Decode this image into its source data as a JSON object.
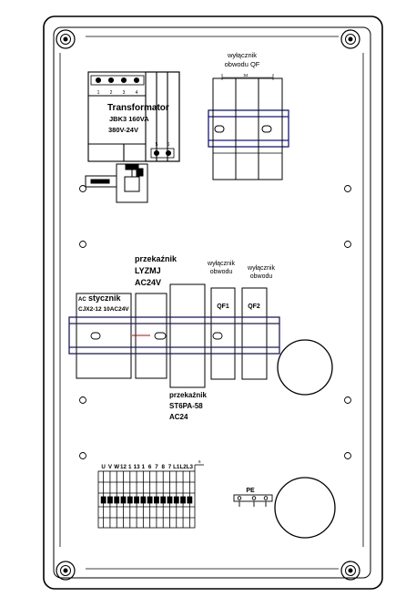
{
  "transformer": {
    "title": "Transformator",
    "model": "JBK3 160VA",
    "voltage": "380V-24V",
    "terminal_numbers": [
      "1",
      "2",
      "3",
      "4"
    ],
    "bottom_terminal_numbers": [
      "5",
      "6"
    ]
  },
  "breaker_qf": {
    "label_line1": "wyłącznik",
    "label_line2": "obwodu QF",
    "dim": "54"
  },
  "relay_lyzmj": {
    "line1": "przekaźnik",
    "line2": "LYZMJ",
    "line3": "AC24V"
  },
  "breaker_qf1": {
    "label_line1": "wyłącznik",
    "label_line2": "obwodu",
    "tag": "QF1"
  },
  "breaker_qf2": {
    "label_line1": "wyłącznik",
    "label_line2": "obwodu",
    "tag": "QF2"
  },
  "contactor": {
    "prefix": "AC",
    "title": "stycznik",
    "model": "CJX2-12 10AC24V"
  },
  "relay_st6pa": {
    "line1": "przekaźnik",
    "line2": "ST6PA-58",
    "line3": "AC24"
  },
  "terminal_strip": {
    "labels": [
      "U",
      "V",
      "W",
      "12",
      "1",
      "13",
      "1",
      "6",
      "7",
      "8",
      "7",
      "L1",
      "L2",
      "L3"
    ],
    "end_mark": "6"
  },
  "pe": {
    "label": "PE"
  },
  "colors": {
    "rail": "#1a1a6e",
    "line": "#000000",
    "accent_red": "#cc0000"
  }
}
